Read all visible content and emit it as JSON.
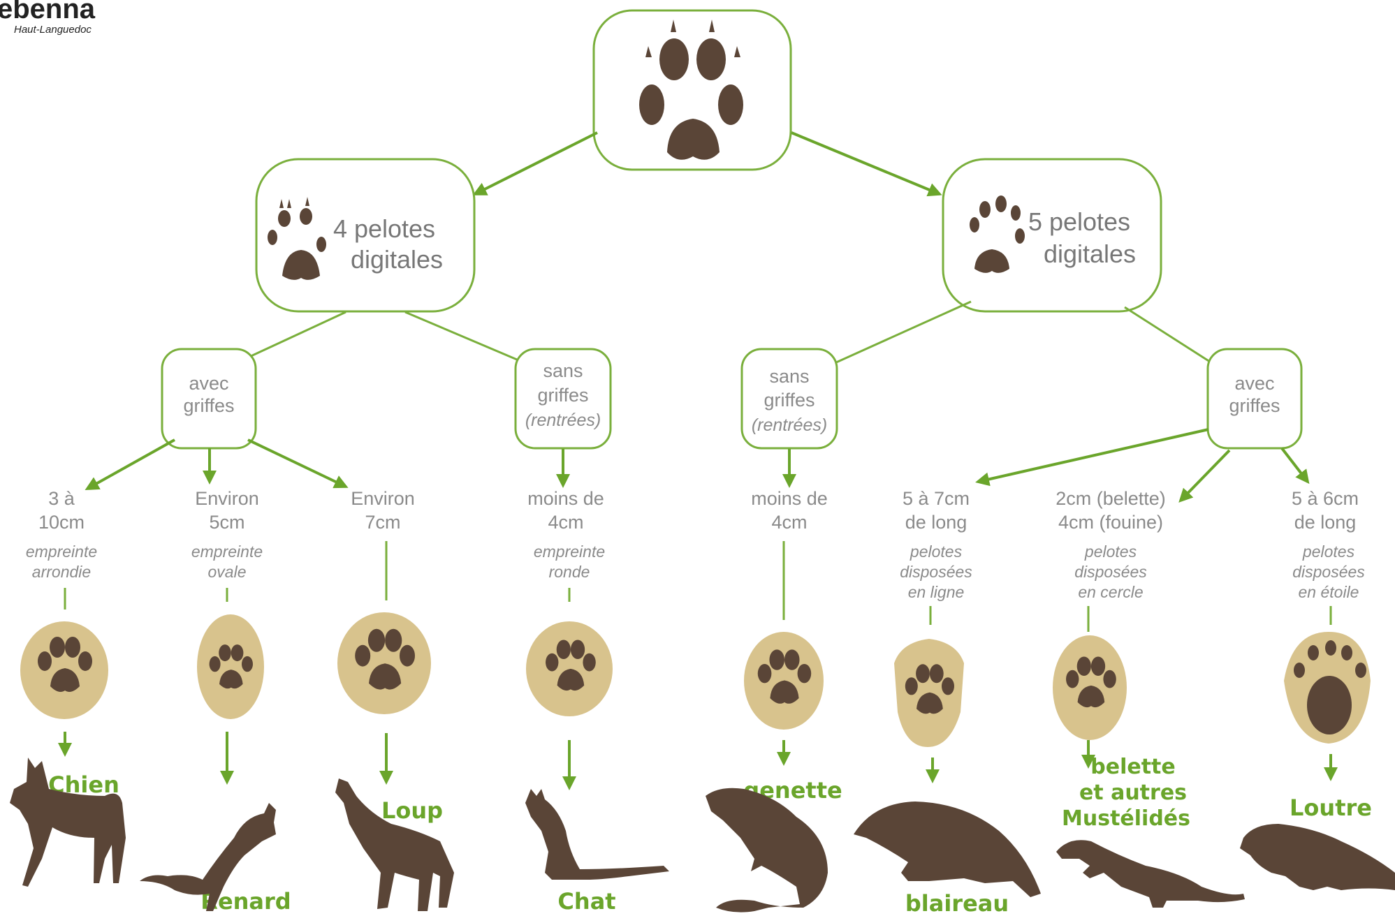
{
  "logo": {
    "name": "ebenna",
    "sub": "Haut-Languedoc"
  },
  "level1": {
    "left": {
      "line1": "4 pelotes",
      "line2": "digitales"
    },
    "right": {
      "line1": "5 pelotes",
      "line2": "digitales"
    }
  },
  "level2": [
    {
      "l1": "avec",
      "l2": "griffes",
      "l3": ""
    },
    {
      "l1": "sans",
      "l2": "griffes",
      "l3": "(rentrées)"
    },
    {
      "l1": "sans",
      "l2": "griffes",
      "l3": "(rentrées)"
    },
    {
      "l1": "avec",
      "l2": "griffes",
      "l3": ""
    }
  ],
  "leaves": [
    {
      "size1": "3 à",
      "size2": "10cm",
      "desc1": "empreinte",
      "desc2": "arrondie",
      "desc3": "",
      "animal": [
        "Chien"
      ]
    },
    {
      "size1": "Environ",
      "size2": "5cm",
      "desc1": "empreinte",
      "desc2": "ovale",
      "desc3": "",
      "animal": [
        "Renard"
      ]
    },
    {
      "size1": "Environ",
      "size2": "7cm",
      "desc1": "",
      "desc2": "",
      "desc3": "",
      "animal": [
        "Loup"
      ]
    },
    {
      "size1": "moins de",
      "size2": "4cm",
      "desc1": "empreinte",
      "desc2": "ronde",
      "desc3": "",
      "animal": [
        "Chat"
      ]
    },
    {
      "size1": "moins de",
      "size2": "4cm",
      "desc1": "",
      "desc2": "",
      "desc3": "",
      "animal": [
        "genette"
      ]
    },
    {
      "size1": "5 à 7cm",
      "size2": "de long",
      "desc1": "pelotes",
      "desc2": "disposées",
      "desc3": "en ligne",
      "animal": [
        "blaireau"
      ]
    },
    {
      "size1": "2cm (belette)",
      "size2": "4cm (fouine)",
      "desc1": "pelotes",
      "desc2": "disposées",
      "desc3": "en cercle",
      "animal": [
        "belette",
        "et autres",
        "Mustélidés"
      ]
    },
    {
      "size1": "5 à 6cm",
      "size2": "de long",
      "desc1": "pelotes",
      "desc2": "disposées",
      "desc3": "en étoile",
      "animal": [
        "Loutre"
      ]
    }
  ],
  "colors": {
    "green": "#6aa52b",
    "brown": "#5a4537",
    "beige": "#d8c38d",
    "grey_text": "#8a8a8a"
  },
  "icons": [
    "paw-print-icon",
    "dog-silhouette",
    "fox-silhouette",
    "wolf-silhouette",
    "cat-silhouette",
    "genet-silhouette",
    "badger-silhouette",
    "weasel-silhouette",
    "otter-silhouette"
  ]
}
